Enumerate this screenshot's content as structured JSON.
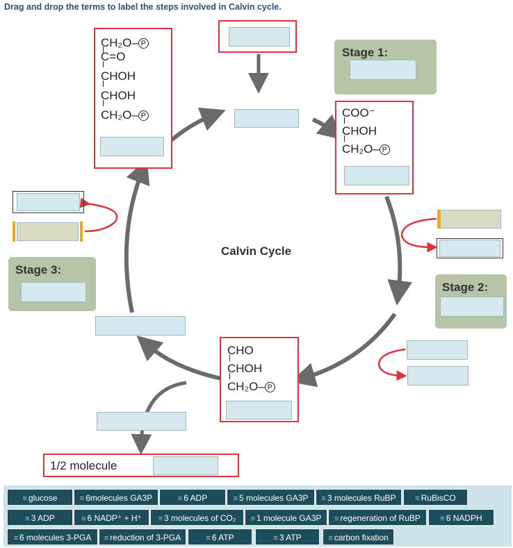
{
  "instruction": "Drag and drop the terms to label the steps involved in Calvin cycle.",
  "center_label": "Calvin Cycle",
  "stages": {
    "stage1": "Stage 1:",
    "stage2": "Stage 2:",
    "stage3": "Stage 3:"
  },
  "molecules": {
    "rubp": {
      "rows": [
        "CH₂O–",
        "C=O",
        "CHOH",
        "CHOH",
        "CH₂O–"
      ],
      "phosphate": "P"
    },
    "pga": {
      "rows": [
        "COO⁻",
        "CHOH",
        "CH₂O–"
      ],
      "phosphate": "P"
    },
    "g3p": {
      "rows": [
        "CHO",
        "CHOH",
        "CH₂O–"
      ],
      "phosphate": "P"
    }
  },
  "half_molecule_label": "1/2 molecule",
  "word_bank": [
    "glucose",
    "6molecules GA3P",
    "6 ADP",
    "5 molecules GA3P",
    "3 molecules RuBP",
    "RuBisCO",
    "3 ADP",
    "6 NADP⁺ + H⁺",
    "3 molecules of CO₂",
    "1 molecule GA3P",
    "regeneration of RuBP",
    "6 NADPH",
    "6 molecules 3-PGA",
    "reduction of 3-PGA",
    "6 ATP",
    "3 ATP",
    "carbon fixation"
  ],
  "colors": {
    "accent_red": "#e0323a",
    "arrow_gray": "#6b6b6b",
    "stage_green": "#b6c4a8",
    "drop_blue": "#d6e9ee",
    "chip_teal": "#1d4d5a"
  }
}
